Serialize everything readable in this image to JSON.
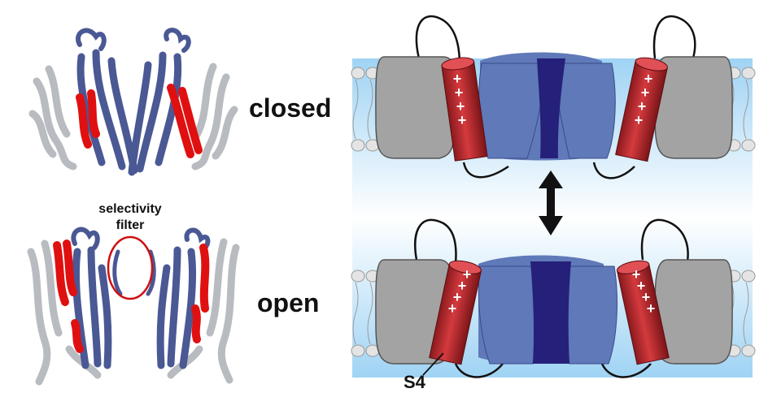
{
  "labels": {
    "closed": "closed",
    "open": "open",
    "selectivity_line1": "selectivity",
    "selectivity_line2": "filter",
    "s4": "S4"
  },
  "charges": {
    "closed_left": [
      "+",
      "+",
      "+",
      "+"
    ],
    "closed_right": [
      "+",
      "+",
      "+",
      "+"
    ],
    "open_left": [
      "+",
      "+",
      "+",
      "+"
    ],
    "open_right": [
      "+",
      "+",
      "+",
      "+"
    ]
  },
  "colors": {
    "helix_blue": "#4a5894",
    "helix_gray": "#b8bcc0",
    "helix_red": "#e01010",
    "domain_blue": "#6079b8",
    "pore_navy": "#25207a",
    "domain_gray": "#a3a3a3",
    "s4_red": "#b8252a",
    "membrane_blue": "#9fd3f4",
    "filter_circle": "#cc1111",
    "arrow": "#111111"
  }
}
